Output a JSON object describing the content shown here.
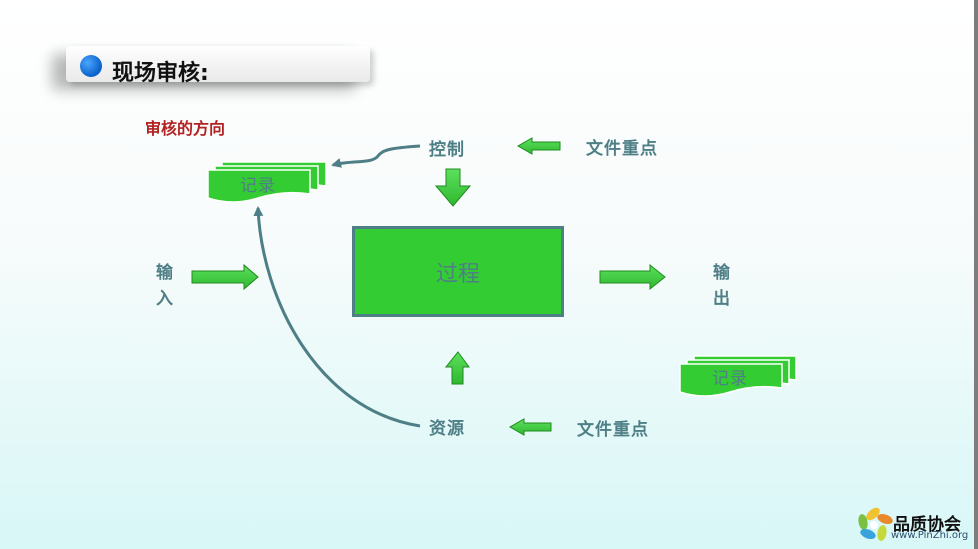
{
  "title": "现场审核:",
  "subtitle": "审核的方向",
  "nodes": {
    "control": "控制",
    "resource": "资源",
    "input": "输\n入",
    "output": "输\n出",
    "process": "过程",
    "record_top": "记录",
    "record_bottom": "记录",
    "doc_focus_top": "文件重点",
    "doc_focus_bottom": "文件重点"
  },
  "logo": {
    "name": "品质协会",
    "url": "www.PinZhi.org"
  },
  "colors": {
    "green": "#33cc33",
    "teal": "#4f7f86",
    "subtitle_red": "#b22222",
    "title_dot_blue": "#0a5fc9"
  }
}
